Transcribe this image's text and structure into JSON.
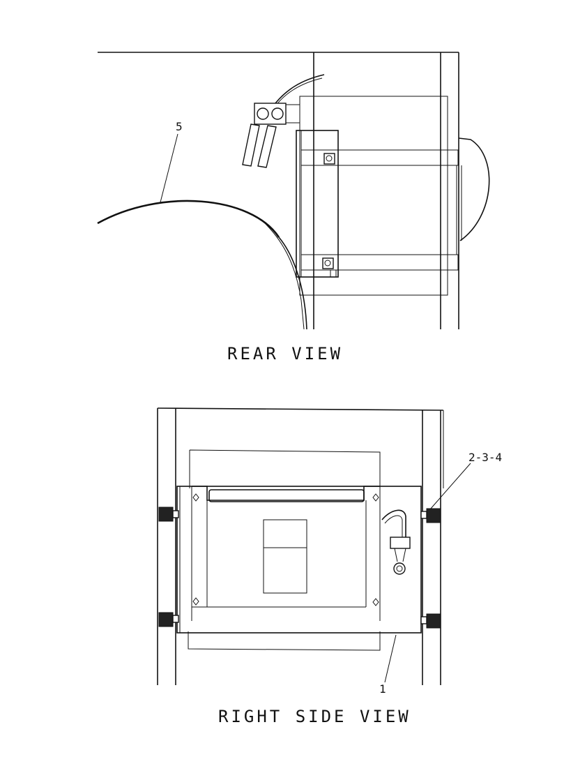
{
  "views": [
    {
      "caption": "REAR VIEW"
    },
    {
      "caption": "RIGHT SIDE VIEW"
    }
  ],
  "callouts": {
    "rear": "5",
    "side_upper": "2-3-4",
    "side_lower": "1"
  }
}
